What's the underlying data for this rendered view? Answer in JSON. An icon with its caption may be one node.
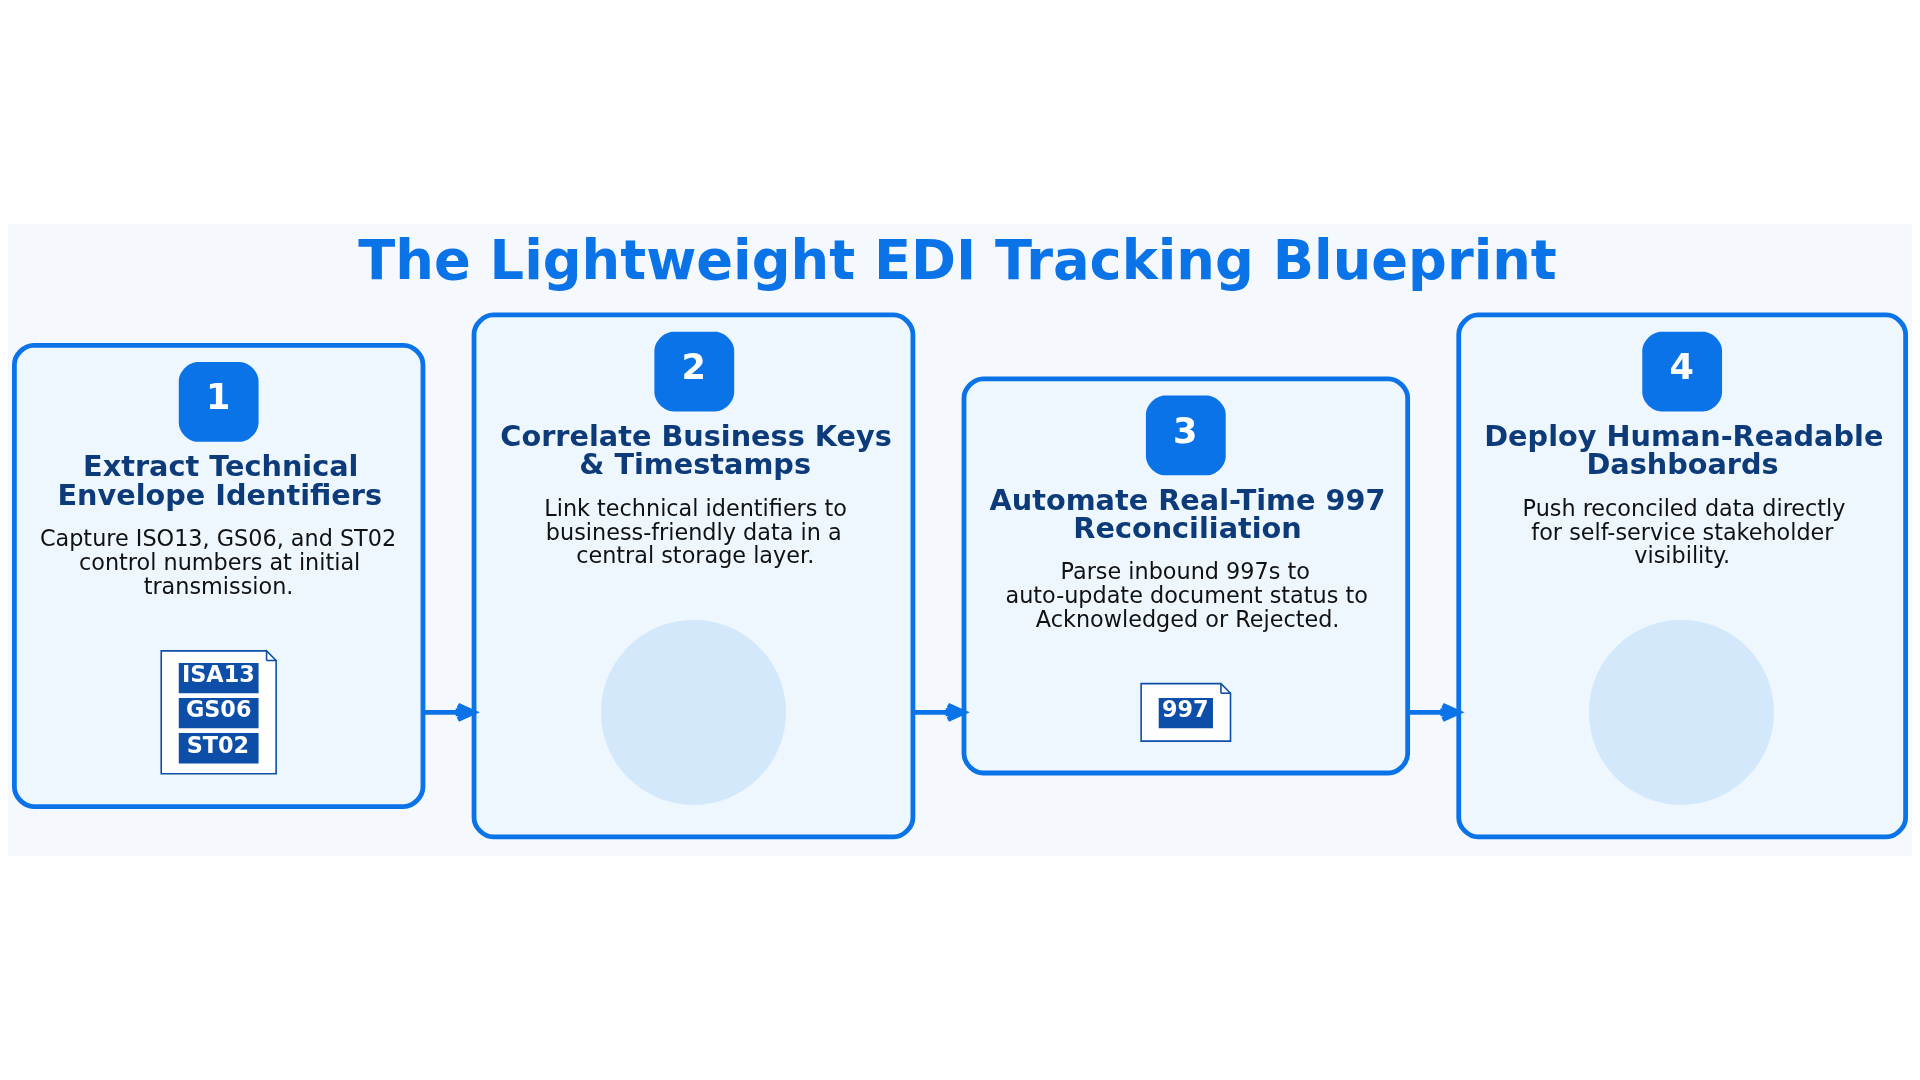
{
  "diagram": {
    "title": "The Lightweight EDI Tracking Blueprint",
    "nodes": [
      {
        "text": [
          "1",
          "Extract Technical Envelope Identifiers",
          "Capture ISO13, GS06, and ST02 control numbers at initial transmission."
        ]
      },
      {
        "text": [
          "ISA13",
          "GS06",
          "ST02"
        ],
        "in": 0
      },
      {
        "text": [
          "2",
          "Correlate Business Keys & Timestamps",
          "Link technical identifiers to business-friendly data in a central storage layer."
        ]
      },
      {
        "text": [],
        "shape": "circle",
        "in": 2
      },
      {
        "text": [
          "3",
          "Automate Real-Time 997 Reconciliation",
          "Parse inbound 997s to auto-update document status to Acknowledged or Rejected."
        ]
      },
      {
        "text": [
          "997"
        ],
        "in": 4
      },
      {
        "text": [
          "4",
          "Deploy Human-Readable Dashboards",
          "Push reconciled data directly for self-service stakeholder visibility."
        ]
      },
      {
        "text": [],
        "shape": "circle",
        "in": 6
      }
    ],
    "edges": [
      {
        "from": 0,
        "to": 2,
        "arrow": "to"
      },
      {
        "from": 2,
        "to": 4,
        "arrow": "to"
      },
      {
        "from": 4,
        "to": 6,
        "arrow": "to"
      }
    ]
  }
}
